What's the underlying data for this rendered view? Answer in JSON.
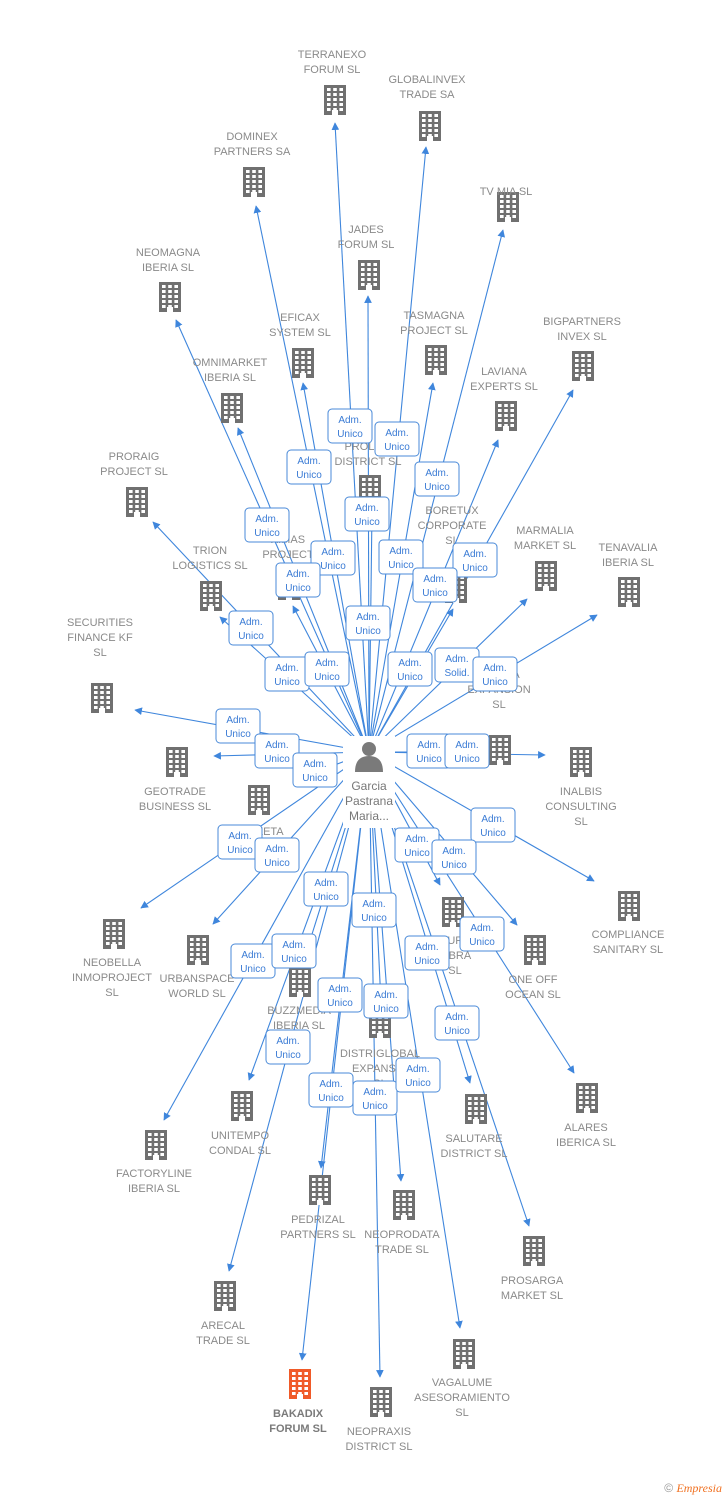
{
  "center": {
    "name_lines": [
      "Garcia",
      "Pastrana",
      "Maria..."
    ]
  },
  "colors": {
    "edge": "#3f86dc",
    "building": "#707070",
    "highlight": "#f05a28",
    "badge_text": "#3a7bd5"
  },
  "companies": [
    {
      "id": "terranexo",
      "lines": [
        "TERRANEXO",
        "FORUM  SL"
      ]
    },
    {
      "id": "globalinvex",
      "lines": [
        "GLOBALINVEX",
        "TRADE SA"
      ]
    },
    {
      "id": "dominex",
      "lines": [
        "DOMINEX",
        "PARTNERS SA"
      ]
    },
    {
      "id": "tvmia",
      "lines": [
        "TV MIA  SL"
      ]
    },
    {
      "id": "jades",
      "lines": [
        "JADES",
        "FORUM  SL"
      ]
    },
    {
      "id": "neomagna",
      "lines": [
        "NEOMAGNA",
        "IBERIA  SL"
      ]
    },
    {
      "id": "eficax",
      "lines": [
        "EFICAX",
        "SYSTEM  SL"
      ]
    },
    {
      "id": "tasmagna",
      "lines": [
        "TASMAGNA",
        "PROJECT  SL"
      ]
    },
    {
      "id": "bigpartners",
      "lines": [
        "BIGPARTNERS",
        "INVEX  SL"
      ]
    },
    {
      "id": "omnimarket",
      "lines": [
        "OMNIMARKET",
        "IBERIA  SL"
      ]
    },
    {
      "id": "laviana",
      "lines": [
        "LAVIANA",
        "EXPERTS  SL"
      ]
    },
    {
      "id": "prolog",
      "lines": [
        "PROLOG",
        "DISTRICT  SL"
      ]
    },
    {
      "id": "proraig",
      "lines": [
        "PRORAIG",
        "PROJECT  SL"
      ]
    },
    {
      "id": "boretux",
      "lines": [
        "BORETUX",
        "CORPORATE",
        "SL"
      ]
    },
    {
      "id": "marmalia",
      "lines": [
        "MARMALIA",
        "MARKET  SL"
      ]
    },
    {
      "id": "tenavalia",
      "lines": [
        "TENAVALIA",
        "IBERIA  SL"
      ]
    },
    {
      "id": "trion",
      "lines": [
        "TRION",
        "LOGISTICS  SL"
      ]
    },
    {
      "id": "xmias",
      "lines": [
        "XMIAS",
        "PROJECT"
      ]
    },
    {
      "id": "securities",
      "lines": [
        "SECURITIES",
        "FINANCE KF",
        "SL"
      ]
    },
    {
      "id": "antilia",
      "lines": [
        "ANTILIA",
        "EXPANSION",
        "SL"
      ]
    },
    {
      "id": "geotrade",
      "lines": [
        "GEOTRADE",
        "BUSINESS  SL"
      ]
    },
    {
      "id": "inalbis",
      "lines": [
        "INALBIS",
        "CONSULTING",
        "SL"
      ]
    },
    {
      "id": "zeta",
      "lines": [
        "ZETA"
      ]
    },
    {
      "id": "compliance",
      "lines": [
        "COMPLIANCE",
        "SANITARY  SL"
      ]
    },
    {
      "id": "neobella",
      "lines": [
        "NEOBELLA",
        "INMOPROJECT",
        "SL"
      ]
    },
    {
      "id": "urbanspace",
      "lines": [
        "URBANSPACE",
        "WORLD  SL"
      ]
    },
    {
      "id": "fibra",
      "lines": [
        "UP",
        "FIBRA",
        "SL"
      ]
    },
    {
      "id": "oneoff",
      "lines": [
        "ONE OFF",
        "OCEAN  SL"
      ]
    },
    {
      "id": "buzzmedia",
      "lines": [
        "BUZZMEDIA",
        "IBERIA  SL"
      ]
    },
    {
      "id": "distriglobal",
      "lines": [
        "DISTRIGLOBAL",
        "EXPANSI...",
        "SL"
      ]
    },
    {
      "id": "alares",
      "lines": [
        "ALARES",
        "IBERICA  SL"
      ]
    },
    {
      "id": "unitempo",
      "lines": [
        "UNITEMPO",
        "CONDAL  SL"
      ]
    },
    {
      "id": "salutare",
      "lines": [
        "SALUTARE",
        "DISTRICT  SL"
      ]
    },
    {
      "id": "factoryline",
      "lines": [
        "FACTORYLINE",
        "IBERIA  SL"
      ]
    },
    {
      "id": "pedrizal",
      "lines": [
        "PEDRIZAL",
        "PARTNERS  SL"
      ]
    },
    {
      "id": "neoprodata",
      "lines": [
        "NEOPRODATA",
        "TRADE  SL"
      ]
    },
    {
      "id": "prosarga",
      "lines": [
        "PROSARGA",
        "MARKET  SL"
      ]
    },
    {
      "id": "arecal",
      "lines": [
        "ARECAL",
        "TRADE  SL"
      ]
    },
    {
      "id": "vagalume",
      "lines": [
        "VAGALUME",
        "ASESORAMIENTO",
        "SL"
      ]
    },
    {
      "id": "bakadix",
      "lines": [
        "BAKADIX",
        "FORUM  SL"
      ],
      "highlight": true
    },
    {
      "id": "neopraxis",
      "lines": [
        "NEOPRAXIS",
        "DISTRICT  SL"
      ]
    }
  ],
  "badges": [
    {
      "lines": [
        "Adm.",
        "Unico"
      ]
    },
    {
      "lines": [
        "Adm.",
        "Unico"
      ]
    },
    {
      "lines": [
        "Adm.",
        "Unico"
      ]
    },
    {
      "lines": [
        "Adm.",
        "Unico"
      ]
    },
    {
      "lines": [
        "Adm.",
        "Unico"
      ]
    },
    {
      "lines": [
        "Adm.",
        "Unico"
      ]
    },
    {
      "lines": [
        "Adm.",
        "Unico"
      ]
    },
    {
      "lines": [
        "Adm.",
        "Unico"
      ]
    },
    {
      "lines": [
        "Adm.",
        "Unico"
      ]
    },
    {
      "lines": [
        "Adm.",
        "Unico"
      ]
    },
    {
      "lines": [
        "Adm.",
        "Unico"
      ]
    },
    {
      "lines": [
        "Adm.",
        "Unico"
      ]
    },
    {
      "lines": [
        "Adm.",
        "Unico"
      ]
    },
    {
      "lines": [
        "Adm.",
        "Unico"
      ]
    },
    {
      "lines": [
        "Adm.",
        "Unico"
      ]
    },
    {
      "lines": [
        "Adm.",
        "Unico"
      ]
    },
    {
      "lines": [
        "Adm.",
        "Solid."
      ]
    },
    {
      "lines": [
        "Adm.",
        "Unico"
      ]
    },
    {
      "lines": [
        "Adm.",
        "Unico"
      ]
    },
    {
      "lines": [
        "Adm.",
        "Unico"
      ]
    },
    {
      "lines": [
        "Adm.",
        "Unico"
      ]
    },
    {
      "lines": [
        "Adm.",
        "Unico"
      ]
    },
    {
      "lines": [
        "Adm.",
        "Unico"
      ]
    },
    {
      "lines": [
        "Adm.",
        "Unico"
      ]
    },
    {
      "lines": [
        "Adm.",
        "Unico"
      ]
    },
    {
      "lines": [
        "Adm.",
        "Unico"
      ]
    },
    {
      "lines": [
        "Adm.",
        "Unico"
      ]
    },
    {
      "lines": [
        "Adm.",
        "Unico"
      ]
    },
    {
      "lines": [
        "Adm.",
        "Unico"
      ]
    },
    {
      "lines": [
        "Adm.",
        "Unico"
      ]
    },
    {
      "lines": [
        "Adm.",
        "Unico"
      ]
    },
    {
      "lines": [
        "Adm.",
        "Unico"
      ]
    },
    {
      "lines": [
        "Adm.",
        "Unico"
      ]
    },
    {
      "lines": [
        "Adm.",
        "Unico"
      ]
    },
    {
      "lines": [
        "Adm.",
        "Unico"
      ]
    },
    {
      "lines": [
        "Adm.",
        "Unico"
      ]
    },
    {
      "lines": [
        "Adm.",
        "Unico"
      ]
    },
    {
      "lines": [
        "Adm.",
        "Unico"
      ]
    },
    {
      "lines": [
        "Adm.",
        "Unico"
      ]
    },
    {
      "lines": [
        "Adm.",
        "Unico"
      ]
    },
    {
      "lines": [
        "Adm.",
        "Unico"
      ]
    }
  ],
  "footer": {
    "copyright": "©",
    "brand": "Empresia"
  }
}
